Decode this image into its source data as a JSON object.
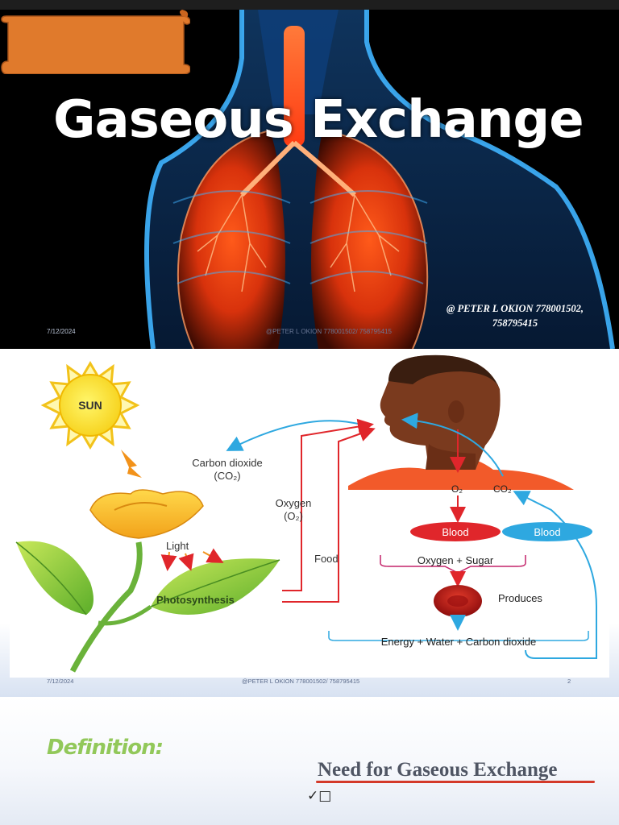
{
  "slide1": {
    "title": "Gaseous Exchange",
    "credit_line1": "@ PETER  L OKION  778001502,",
    "credit_line2": "758795415",
    "footer_date": "7/12/2024",
    "footer_credit": "@PETER  L OKION 778001502/ 758795415"
  },
  "slide2": {
    "sun_label": "SUN",
    "co2_label_line1": "Carbon dioxide",
    "co2_label_line2": "(CO₂)",
    "o2_label_line1": "Oxygen",
    "o2_label_line2": "(O₂)",
    "light_label": "Light",
    "photosynthesis_label": "Photosynthesis",
    "food_label": "Food",
    "o2_person": "O₂",
    "co2_person": "CO₂",
    "blood_left": "Blood",
    "blood_right": "Blood",
    "oxygen_sugar": "Oxygen + Sugar",
    "produces": "Produces",
    "products": "Energy + Water + Carbon dioxide",
    "footer_date": "7/12/2024",
    "footer_credit": "@PETER  L OKION 778001502/ 758795415",
    "page_number": "2"
  },
  "slide3": {
    "definition": "Definition:",
    "heading": "Need for Gaseous Exchange",
    "bullet": "✓□"
  },
  "colors": {
    "red_arrow": "#e0262b",
    "blue_arrow": "#2ea8e0",
    "scroll_orange": "#e07a2c",
    "definition_green": "#92c85a"
  }
}
